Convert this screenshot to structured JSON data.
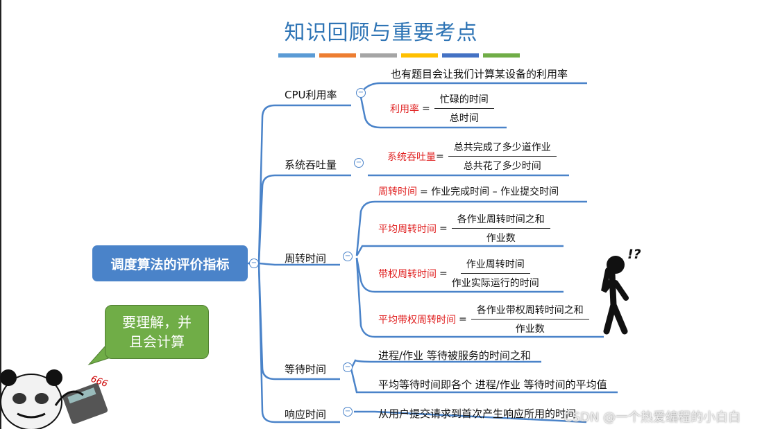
{
  "title": "知识回顾与重要考点",
  "colors": {
    "title": "#2e74b5",
    "root": "#4a83c9",
    "line": "#4a83c9",
    "highlight": "#e02020",
    "bubble": "#70ad47",
    "bars": [
      "#5b9bd5",
      "#ed7d31",
      "#a5a5a5",
      "#ffc000",
      "#4472c4",
      "#70ad47"
    ]
  },
  "root": {
    "label": "调度算法的评价指标"
  },
  "branches": {
    "cpu": {
      "label": "CPU利用率",
      "note": "也有题目会让我们计算某设备的利用率",
      "formula": {
        "lhs": "利用率",
        "eq": "=",
        "num": "忙碌的时间",
        "den": "总时间"
      }
    },
    "throughput": {
      "label": "系统吞吐量",
      "formula": {
        "lhs": "系统吞吐量",
        "eq": "=",
        "num": "总共完成了多少道作业",
        "den": "总共花了多少时间"
      }
    },
    "turnaround": {
      "label": "周转时间",
      "f1": {
        "lhs": "周转时间",
        "rhs": "= 作业完成时间 – 作业提交时间"
      },
      "f2": {
        "lhs": "平均周转时间",
        "eq": "=",
        "num": "各作业周转时间之和",
        "den": "作业数"
      },
      "f3": {
        "lhs": "带权周转时间",
        "eq": "=",
        "num": "作业周转时间",
        "den": "作业实际运行的时间"
      },
      "f4": {
        "lhs": "平均带权周转时间",
        "eq": "=",
        "num": "各作业带权周转时间之和",
        "den": "作业数"
      }
    },
    "waiting": {
      "label": "等待时间",
      "note1": "进程/作业 等待被服务的时间之和",
      "note2": "平均等待时间即各个 进程/作业 等待时间的平均值"
    },
    "response": {
      "label": "响应时间",
      "note": "从用户提交请求到首次产生响应所用的时间"
    }
  },
  "collapse_symbol": "−",
  "speech_bubble": {
    "line1": "要理解，并",
    "line2": "且会计算"
  },
  "sticker_text": "666",
  "confused_marks": "!?",
  "watermark": "CSDN @一个热爱编程的小白白"
}
